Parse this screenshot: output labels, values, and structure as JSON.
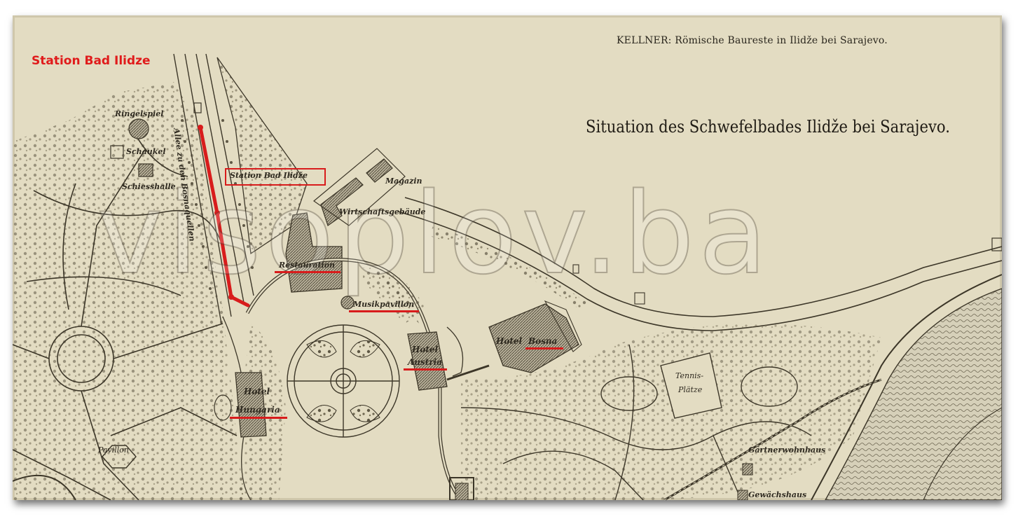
{
  "map": {
    "header_note": "KELLNER: Römische Baureste in Ilidže bei Sarajevo.",
    "title": "Situation des Schwefelbades Ilidže bei Sarajevo.",
    "watermark": "visoplov.ba",
    "highlight_label": "Station Bad Ilidze",
    "labels": {
      "ringelspiel": "Ringelspiel",
      "schaukel": "Schaukel",
      "schiesshalle": "Schiesshalle",
      "allee": "Allee zu den Bosnaquellen",
      "station": "Station Bad Ilidže",
      "magazin": "Magazin",
      "wirtschaftsgebaude": "Wirtschaftsgebäude",
      "restauration": "Restauration",
      "musikpavillon": "Musikpavillon",
      "hotel_austria_1": "Hotel",
      "hotel_austria_2": "Austria",
      "hotel_bosna_1": "Hotel",
      "hotel_bosna_2": "Bosna",
      "hotel_hungaria_1": "Hotel",
      "hotel_hungaria_2": "Hungaria",
      "tennis_1": "Tennis-",
      "tennis_2": "Plätze",
      "pavillon": "Pavillon",
      "gartnerwohnhaus": "Gärtnerwohnhaus",
      "gewachshaus": "Gewächshaus"
    },
    "colors": {
      "paper": "#e3dcc2",
      "ink": "#2f2a20",
      "highlight": "#d81c1c"
    }
  }
}
